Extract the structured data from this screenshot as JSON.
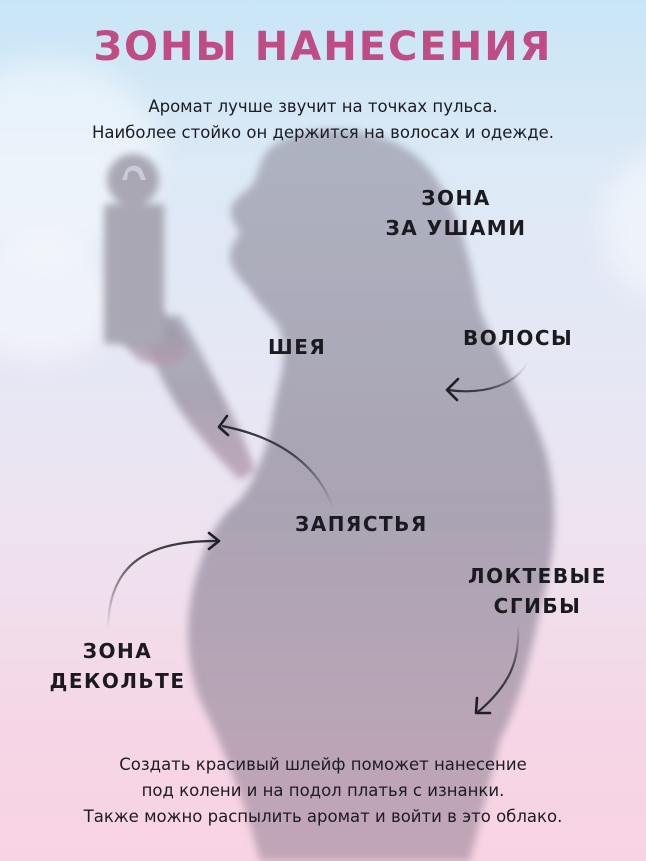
{
  "title": "ЗОНЫ НАНЕСЕНИЯ",
  "intro": {
    "line1": "Аромат лучше звучит на точках пульса.",
    "line2": "Наиболее стойко он держится на волосах и одежде."
  },
  "zones": {
    "behind_ears": {
      "line1": "ЗОНА",
      "line2": "ЗА УШАМИ"
    },
    "neck": {
      "line1": "ШЕЯ"
    },
    "hair": {
      "line1": "ВОЛОСЫ"
    },
    "wrists": {
      "line1": "ЗАПЯСТЬЯ"
    },
    "elbows": {
      "line1": "ЛОКТЕВЫЕ",
      "line2": "СГИБЫ"
    },
    "decollete": {
      "line1": "ЗОНА",
      "line2": "ДЕКОЛЬТЕ"
    }
  },
  "footer": {
    "line1": "Создать красивый шлейф поможет нанесение",
    "line2": "под колени и на подол платья с изнанки.",
    "line3": "Также можно распылить аромат и войти в это облако."
  },
  "colors": {
    "title": "#c04c86",
    "text": "#1c1c22",
    "bg_top": "#c9e6f7",
    "bg_bottom": "#f8d3e3",
    "silhouette": "#9e9aa8"
  }
}
